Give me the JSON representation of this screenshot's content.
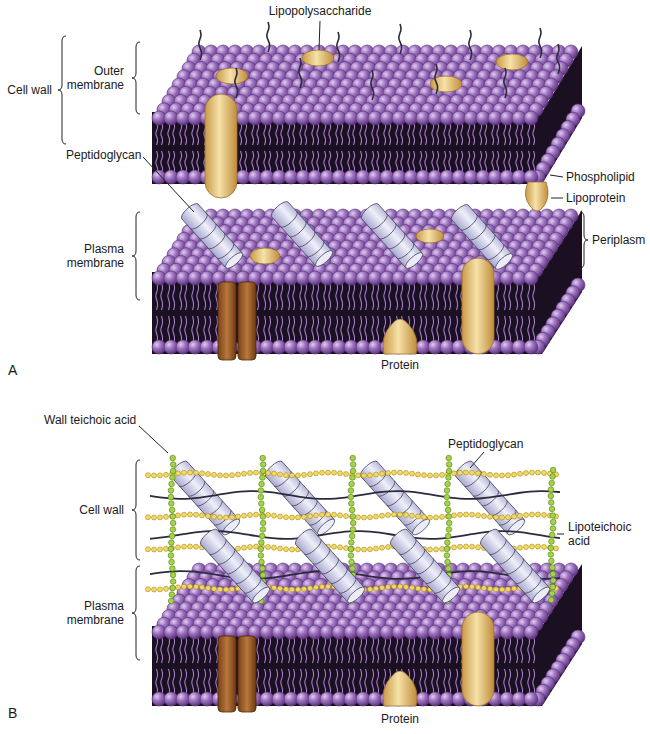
{
  "diagram": {
    "labels": [
      "Lipopolysaccharide",
      "Cell wall",
      "Outer membrane",
      "Peptidoglycan",
      "Phospholipid",
      "Lipoprotein",
      "Periplasm",
      "Plasma membrane",
      "Protein",
      "A",
      "Wall teichoic acid",
      "Peptidoglycan",
      "Cell wall",
      "Lipoteichoic acid",
      "Plasma membrane",
      "Protein",
      "B"
    ]
  }
}
